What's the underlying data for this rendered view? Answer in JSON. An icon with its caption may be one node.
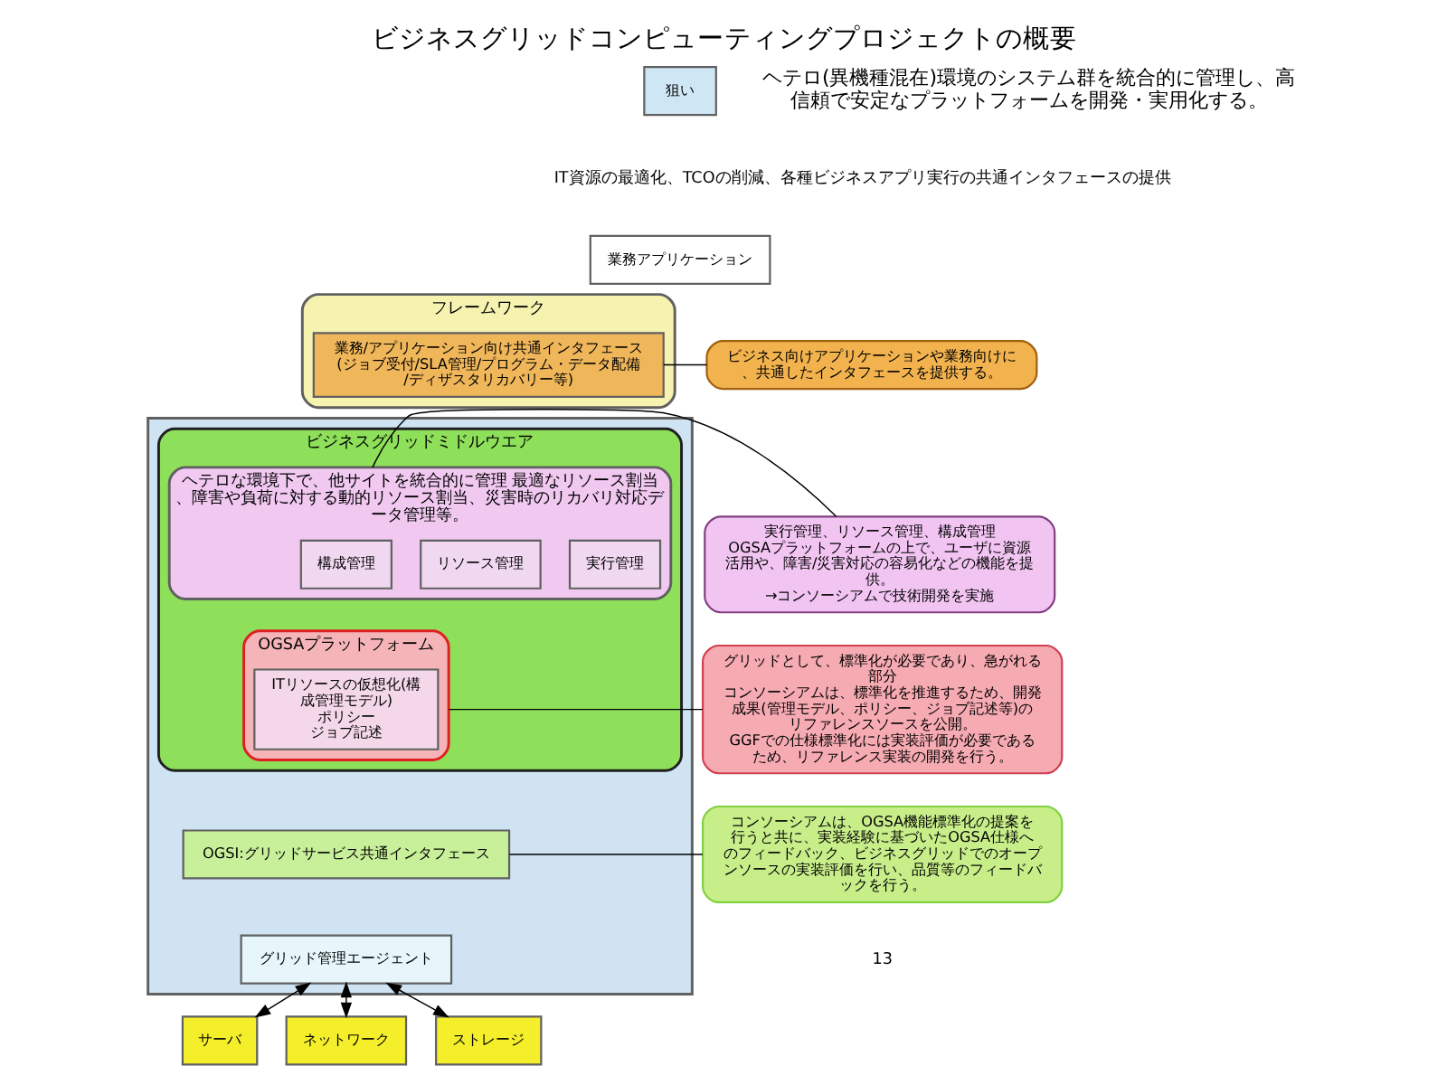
{
  "diagram": {
    "title": "ビジネスグリッドコンピューティングプロジェクトの概要",
    "nodes": [
      {
        "text": [
          "狙い"
        ],
        "beside": [
          "ヘテロ(異機種混在)環境のシステム群を統合的に管理し、高信頼で安定なプラットフォームを開発・実用化する。"
        ]
      },
      {
        "text": [],
        "shape": "box"
      },
      {
        "text": [
          "業務アプリケーション"
        ]
      },
      {
        "text": [
          "フレームワーク"
        ]
      },
      {
        "text": [
          "業務/アプリケーション向け共通インタフェース",
          "(ジョブ受付/SLA管理/プログラム・データ配備/ディザスタリカバリー等)"
        ],
        "in": 3
      },
      {
        "text": [
          "ビジネスグリッドミドルウエア"
        ],
        "in": 1
      },
      {
        "text": [
          "ヘテロな環境下で、他サイトを統合的に管理 最適なリソース割当、障害や負荷に対する動的リソース割当、災害時のリカバリ対応データ管理等。"
        ],
        "in": 5
      },
      {
        "text": [
          "構成管理"
        ],
        "in": 6
      },
      {
        "text": [
          "リソース管理"
        ],
        "in": 6
      },
      {
        "text": [
          "実行管理"
        ],
        "in": 6
      },
      {
        "text": [
          "OGSAプラットフォーム"
        ],
        "in": 5
      },
      {
        "text": [
          "ITリソースの仮想化(構成管理モデル)",
          "ポリシー",
          "ジョブ記述"
        ],
        "in": 10
      },
      {
        "text": [
          "OGSI:グリッドサービス共通インタフェース"
        ],
        "in": 1
      },
      {
        "text": [
          "グリッド管理エージェント"
        ],
        "in": 1
      },
      {
        "text": [
          "サーバ"
        ]
      },
      {
        "text": [
          "ネットワーク"
        ]
      },
      {
        "text": [
          "ストレージ"
        ]
      },
      {
        "text": [
          "ビジネス向けアプリケーションや業務向けに、共通したインタフェースを提供する。"
        ]
      },
      {
        "text": [
          "実行管理、リソース管理、構成管理",
          "OGSAプラットフォームの上で、ユーザに資源活用や、障害/災害対応の容易化などの機能を提供。",
          "→コンソーシアムで技術開発を実施"
        ]
      },
      {
        "text": [
          "グリッドとして、標準化が必要であり、急がれる部分",
          "コンソーシアムは、標準化を推進するため、開発成果(管理モデル、ポリシー、ジョブ記述等)のリファレンスソースを公開。",
          "GGFでの仕様標準化には実装評価が必要であるため、リファレンス実装の開発を行う。"
        ]
      },
      {
        "text": [
          "コンソーシアムは、OGSA機能標準化の提案を行うと共に、実装経験に基づいたOGSA仕様へのフィードバック、ビジネスグリッドでのオープンソースの実装評価を行い、品質等のフィードバックを行う。"
        ]
      }
    ],
    "edges": [
      {
        "from": 17,
        "to": 4,
        "arrow": "none"
      },
      {
        "from": 18,
        "to": 6,
        "arrow": "none"
      },
      {
        "from": 19,
        "to": 10,
        "arrow": "none"
      },
      {
        "from": 20,
        "to": 12,
        "arrow": "none"
      },
      {
        "from": 13,
        "to": 14,
        "arrow": "both"
      },
      {
        "from": 13,
        "to": 15,
        "arrow": "both"
      },
      {
        "from": 13,
        "to": 16,
        "arrow": "both"
      }
    ],
    "labels": [
      "IT資源の最適化、TCOの削減、各種ビジネスアプリ実行の共通インタフェースの提供",
      "13"
    ]
  }
}
